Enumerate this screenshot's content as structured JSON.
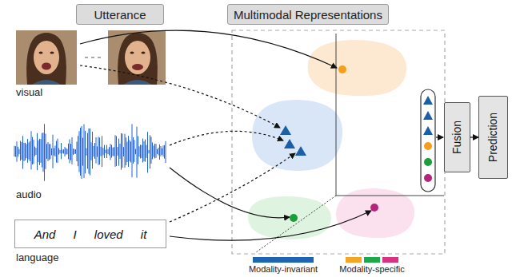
{
  "diagram": {
    "nodes": [
      {
        "text": [
          "Utterance"
        ]
      },
      {
        "text": [
          "Multimodal Representations"
        ]
      },
      {
        "text": [
          "And I loved it"
        ]
      },
      {
        "text": [
          "Fusion"
        ]
      },
      {
        "text": [
          "Prediction"
        ]
      }
    ],
    "edges": [
      {
        "from": 3,
        "to": 4,
        "arrow": "to"
      }
    ],
    "labels": [
      "visual",
      "audio",
      "language"
    ],
    "legend": [
      {
        "text": "Modality-invariant",
        "color": "#1f63b3"
      },
      {
        "text": "Modality-specific"
      }
    ]
  }
}
